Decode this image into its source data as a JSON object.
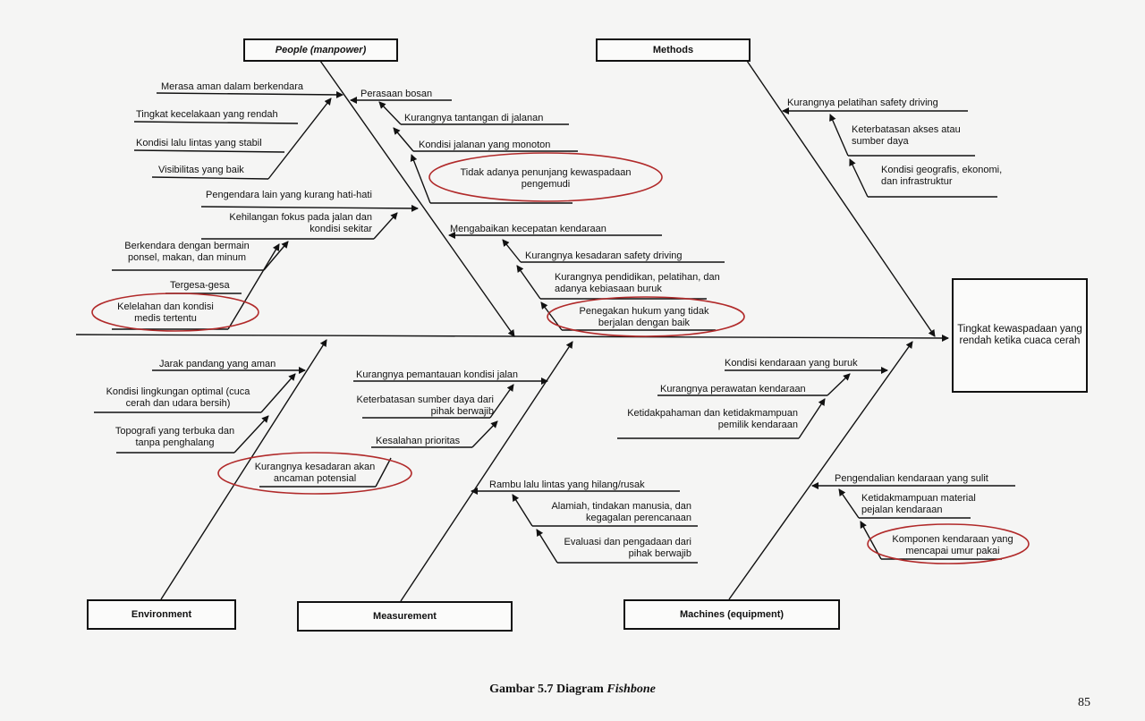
{
  "categories": {
    "people": "People (manpower)",
    "methods": "Methods",
    "environment": "Environment",
    "measurement": "Measurement",
    "machines": "Machines (equipment)"
  },
  "effect": "Tingkat kewaspadaan yang rendah ketika cuaca cerah",
  "people": {
    "c1": "Merasa aman dalam berkendara",
    "c2": "Tingkat kecelakaan yang rendah",
    "c3": "Kondisi lalu lintas yang stabil",
    "c4": "Visibilitas yang baik",
    "c5": "Perasaan bosan",
    "c6": "Kurangnya tantangan di jalanan",
    "c7": "Kondisi jalanan yang monoton",
    "c8": "Tidak adanya penunjang kewaspadaan pengemudi",
    "c9": "Pengendara lain yang kurang hati-hati",
    "c10": "Kehilangan fokus pada jalan dan kondisi sekitar",
    "c11": "Berkendara dengan bermain ponsel, makan, dan minum",
    "c12": "Tergesa-gesa",
    "c13": "Kelelahan dan kondisi medis tertentu",
    "c14": "Mengabaikan kecepatan kendaraan",
    "c15": "Kurangnya kesadaran safety driving",
    "c16": "Kurangnya pendidikan, pelatihan, dan adanya kebiasaan buruk",
    "c17": "Penegakan hukum yang tidak berjalan dengan baik"
  },
  "methods": {
    "c1": "Kurangnya pelatihan safety driving",
    "c2": "Keterbatasan akses atau sumber daya",
    "c3": "Kondisi geografis, ekonomi, dan infrastruktur"
  },
  "environment": {
    "c1": "Jarak pandang yang aman",
    "c2": "Kondisi lingkungan optimal (cuca cerah dan udara bersih)",
    "c3": "Topografi yang terbuka dan tanpa penghalang",
    "c4": "Kurangnya kesadaran akan ancaman potensial"
  },
  "measurement": {
    "c1": "Kurangnya pemantauan kondisi jalan",
    "c2": "Keterbatasan sumber daya dari pihak berwajib",
    "c3": "Kesalahan prioritas",
    "c4": "Rambu lalu lintas yang hilang/rusak",
    "c5": "Alamiah, tindakan manusia, dan kegagalan perencanaan",
    "c6": "Evaluasi dan pengadaan dari pihak berwajib"
  },
  "machines": {
    "c1": "Kondisi kendaraan yang buruk",
    "c2": "Kurangnya perawatan kendaraan",
    "c3": "Ketidakpahaman dan ketidakmampuan pemilik kendaraan",
    "c4": "Pengendalian kendaraan yang sulit",
    "c5": "Ketidakmampuan material pejalan kendaraan",
    "c6": "Komponen kendaraan yang mencapai umur pakai"
  },
  "caption": {
    "prefix": "Gambar 5.7 Diagram",
    "italic": "Fishbone"
  },
  "page_number": "85",
  "highlight_color": "#b12a2a"
}
